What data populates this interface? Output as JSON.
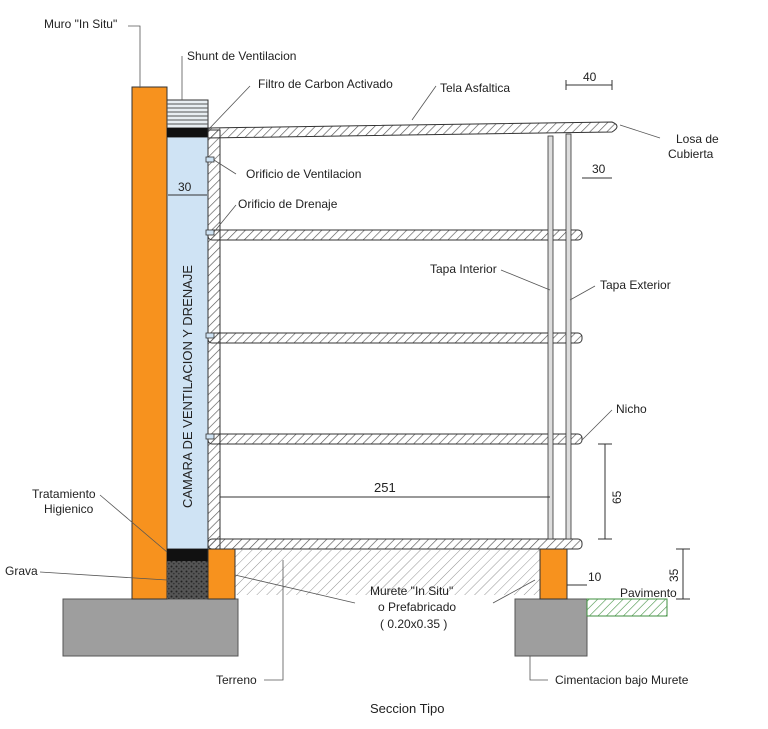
{
  "labels": {
    "muro_in_situ": "Muro \"In Situ\"",
    "shunt": "Shunt de Ventilacion",
    "filtro": "Filtro de Carbon Activado",
    "tela": "Tela Asfaltica",
    "losa_line1": "Losa de",
    "losa_line2": "Cubierta",
    "orificio_vent": "Orificio de Ventilacion",
    "orificio_dren": "Orificio de Drenaje",
    "tapa_interior": "Tapa Interior",
    "tapa_exterior": "Tapa Exterior",
    "nicho": "Nicho",
    "camara": "CAMARA  DE VENTILACION Y DRENAJE",
    "tratamiento_line1": "Tratamiento",
    "tratamiento_line2": "Higienico",
    "grava": "Grava",
    "murete_line1": "Murete \"In Situ\"",
    "murete_line2": "o Prefabricado",
    "murete_line3": "( 0.20x0.35 )",
    "pavimento": "Pavimento",
    "terreno": "Terreno",
    "cimentacion": "Cimentacion bajo Murete",
    "caption": "Seccion Tipo"
  },
  "dimensions": {
    "d40": "40",
    "d30_top": "30",
    "d30_left": "30",
    "d251": "251",
    "d65": "65",
    "d10": "10",
    "d35": "35"
  },
  "colors": {
    "orange": "#f7921e",
    "chamber": "#cfe3f4",
    "concrete": "#9e9e9e",
    "hatch": "#555555",
    "grass": "#3f8f3f"
  }
}
